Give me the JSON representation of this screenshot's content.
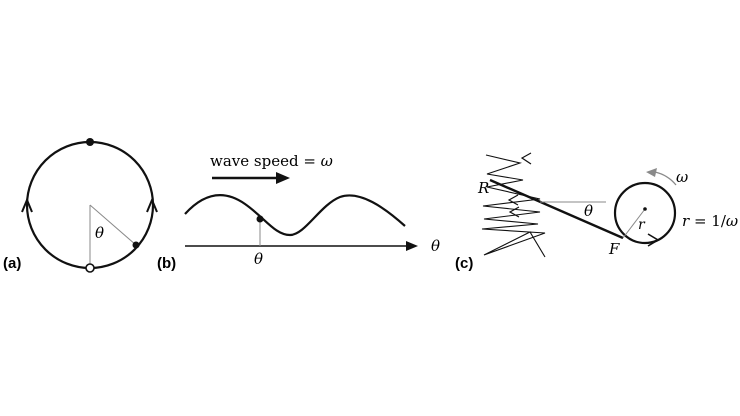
{
  "panels": {
    "a": {
      "label": "(a)",
      "angle_label": "θ"
    },
    "b": {
      "label": "(b)",
      "wave_text": "wave speed = ",
      "wave_symbol": "ω",
      "axis_label": "θ",
      "tick_label": "θ"
    },
    "c": {
      "label": "(c)",
      "point_R": "R",
      "point_F": "F",
      "angle_label": "θ",
      "radius_label": "r",
      "omega_label": "ω",
      "relation_lhs": "r",
      "relation_rhs": " = 1/",
      "relation_sym": "ω"
    }
  },
  "colors": {
    "ink": "#111111",
    "guide": "#8a8a8a"
  }
}
